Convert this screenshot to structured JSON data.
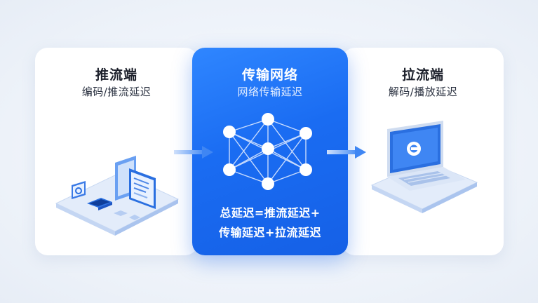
{
  "panels": {
    "push": {
      "title": "推流端",
      "subtitle": "编码/推流延迟"
    },
    "transport": {
      "title": "传输网络",
      "subtitle": "网络传输延迟"
    },
    "pull": {
      "title": "拉流端",
      "subtitle": "解码/播放延迟"
    }
  },
  "formula": {
    "line1": "总延迟=推流延迟+",
    "line2": "传输延迟+拉流延迟"
  },
  "colors": {
    "accent": "#1a6cf2",
    "accent_light": "#2f86ff",
    "arrow": "#5b9bf5",
    "illustration_light": "#dbe8fb"
  },
  "icons": {
    "push": "desktop-workstation-icon",
    "transport": "network-graph-icon",
    "pull": "laptop-icon"
  }
}
